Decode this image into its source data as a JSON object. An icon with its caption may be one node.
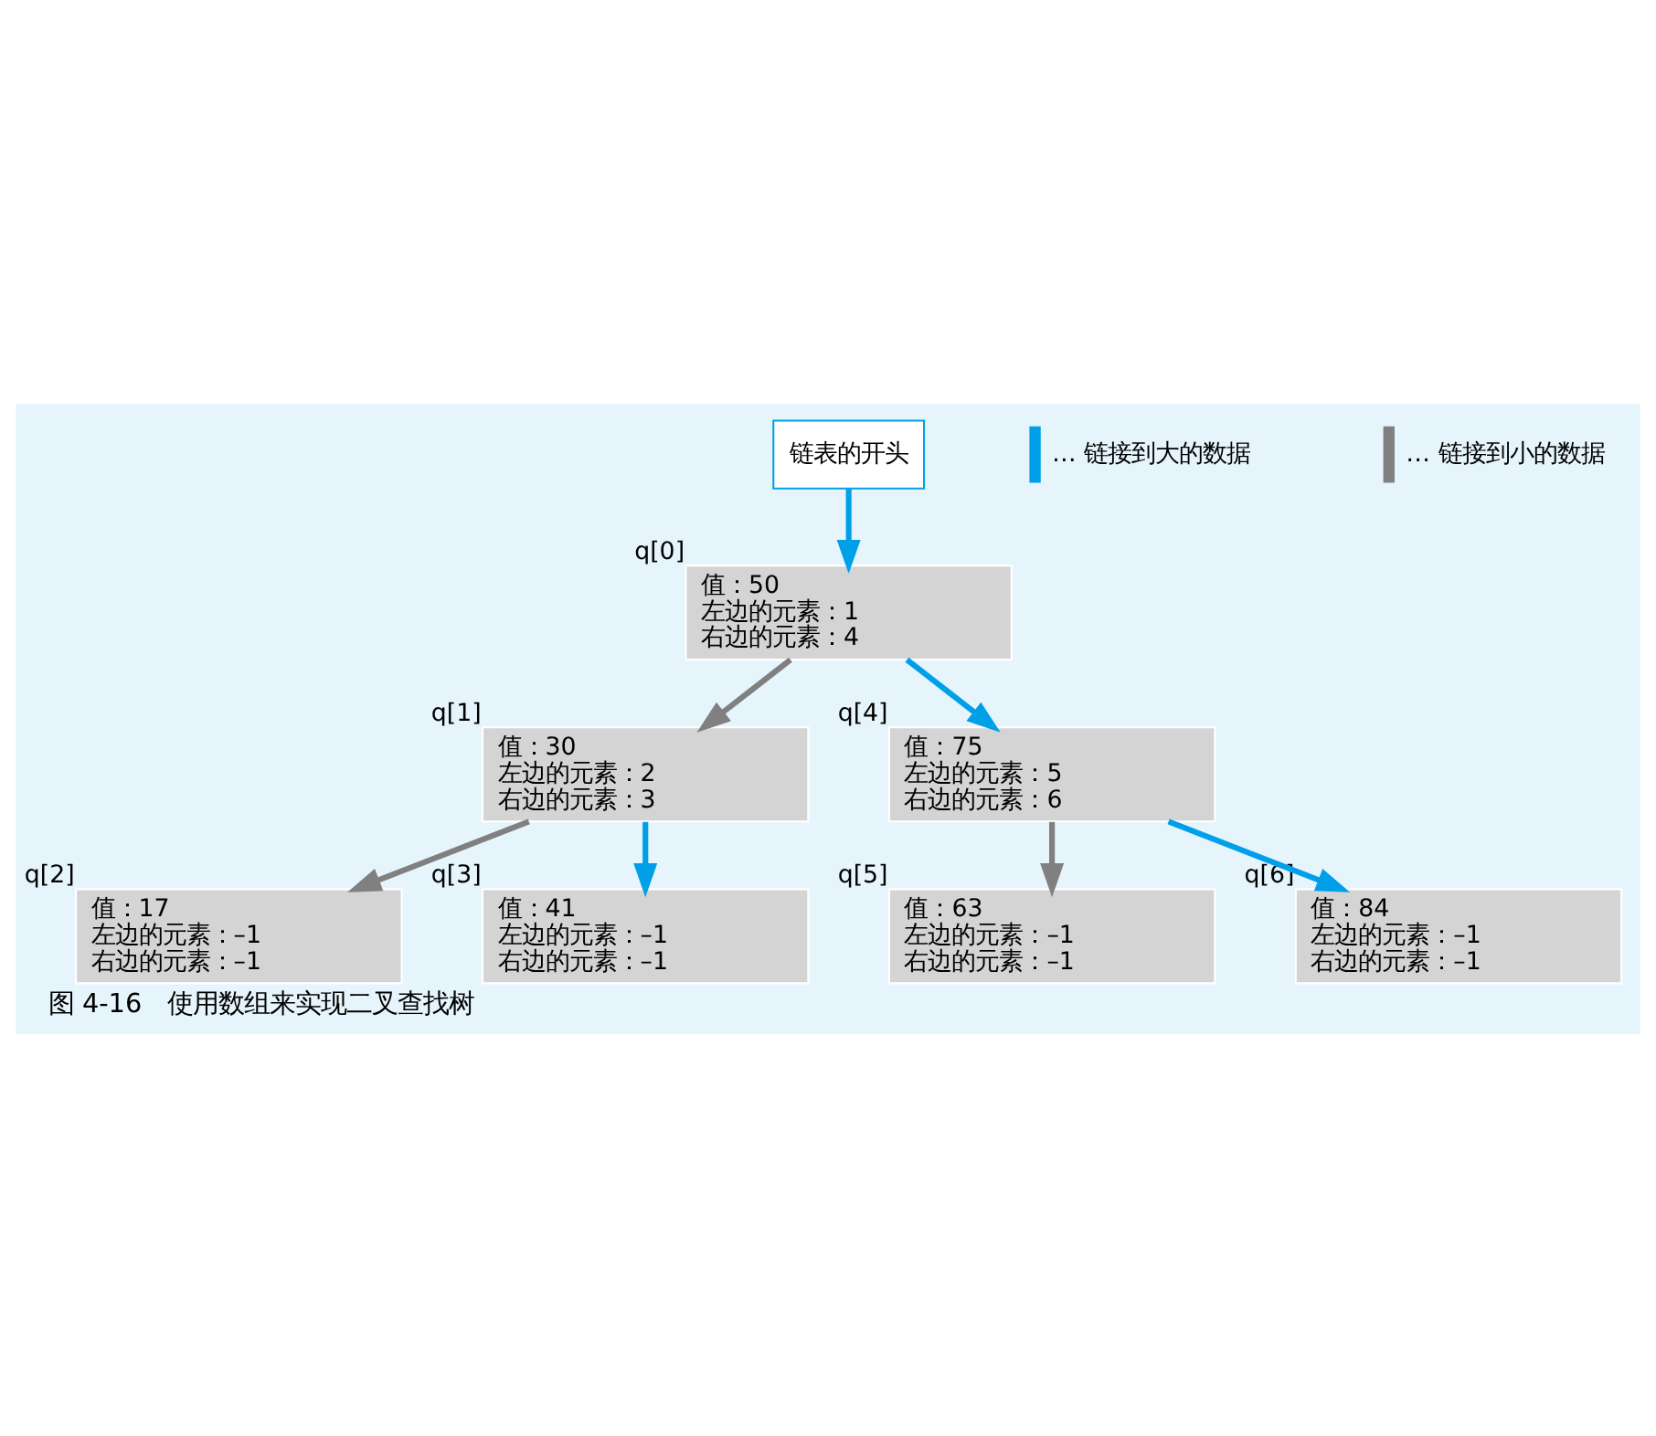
{
  "diagram": {
    "caption": "图 4-16　使用数组来实现二叉查找树",
    "nodes": [
      {
        "text": [
          "值：50",
          "左边的元素：1",
          "右边的元素：4"
        ],
        "beside": [
          "q[0]"
        ]
      },
      {
        "text": [
          "值：30",
          "左边的元素：2",
          "右边的元素：3"
        ],
        "beside": [
          "q[1]"
        ]
      },
      {
        "text": [
          "值：17",
          "左边的元素：–1",
          "右边的元素：–1"
        ],
        "beside": [
          "q[2]"
        ]
      },
      {
        "text": [
          "值：41",
          "左边的元素：–1",
          "右边的元素：–1"
        ],
        "beside": [
          "q[3]"
        ]
      },
      {
        "text": [
          "值：75",
          "左边的元素：5",
          "右边的元素：6"
        ],
        "beside": [
          "q[4]"
        ]
      },
      {
        "text": [
          "值：63",
          "左边的元素：–1",
          "右边的元素：–1"
        ],
        "beside": [
          "q[5]"
        ]
      },
      {
        "text": [
          "值：84",
          "左边的元素：–1",
          "右边的元素：–1"
        ],
        "beside": [
          "q[6]"
        ]
      },
      {
        "text": [
          "链表的开头"
        ]
      }
    ],
    "edges": [
      {
        "from": 7,
        "to": 0,
        "arrow": "to"
      },
      {
        "from": 0,
        "to": 1,
        "arrow": "to",
        "color": "#808080"
      },
      {
        "from": 0,
        "to": 4,
        "arrow": "to"
      },
      {
        "from": 1,
        "to": 2,
        "arrow": "to",
        "color": "#808080"
      },
      {
        "from": 1,
        "to": 3,
        "arrow": "to"
      },
      {
        "from": 4,
        "to": 5,
        "arrow": "to",
        "color": "#808080"
      },
      {
        "from": 4,
        "to": 6,
        "arrow": "to"
      }
    ],
    "legend": [
      {
        "text": "… 链接到大的数据"
      },
      {
        "text": "… 链接到小的数据"
      }
    ]
  }
}
